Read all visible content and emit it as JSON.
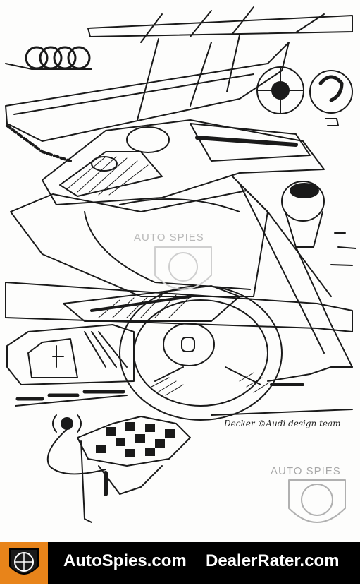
{
  "image": {
    "subject": "pen sketch of a car interior with steering wheel and gauges",
    "palette": {
      "ink": "#1a1a1a",
      "paper": "#fdfdfc",
      "footer_bg": "#000000",
      "footer_accent": "#e8841a",
      "watermark": "#b8b8b8"
    }
  },
  "watermarks": {
    "center_text": "AUTO SPIES",
    "corner_text": "AUTO SPIES"
  },
  "signature": {
    "text": "Decker ©Audi design team"
  },
  "footer": {
    "site_one": "AutoSpies.com",
    "site_two": "DealerRater.com",
    "logo_icon": "globe-car-emblem-icon"
  }
}
